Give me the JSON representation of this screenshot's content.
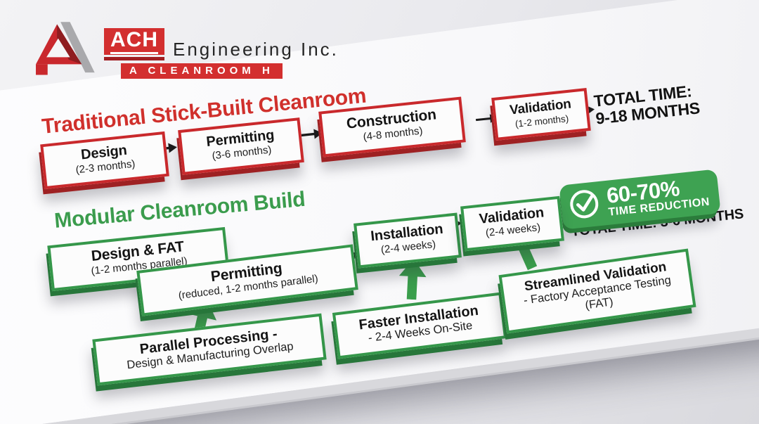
{
  "logo": {
    "ach": "ACH",
    "company": "Engineering Inc.",
    "tagline": "A CLEANROOM H"
  },
  "colors": {
    "red": "#c9292c",
    "red_dark": "#9e2123",
    "red_heading": "#d0302c",
    "green": "#35974a",
    "green_dark": "#27763a",
    "green_heading": "#3b9c4d",
    "badge_green": "#3ea252",
    "text": "#141414"
  },
  "icons": {
    "logo_mark": "triangle-a-logo",
    "flow_arrow": "arrow-right",
    "callout_arrow": "arrow-up",
    "badge_icon": "check-circle"
  },
  "traditional": {
    "title": "Traditional Stick-Built Cleanroom",
    "steps": [
      {
        "label": "Design",
        "duration": "(2-3 months)"
      },
      {
        "label": "Permitting",
        "duration": "(3-6 months)"
      },
      {
        "label": "Construction",
        "duration": "(4-8 months)"
      },
      {
        "label": "Validation",
        "duration": "(1-2 months)"
      }
    ],
    "total_label": "TOTAL TIME:",
    "total_value": "9-18 MONTHS"
  },
  "modular": {
    "title": "Modular Cleanroom Build",
    "badge": {
      "percent": "60-70%",
      "label": "TIME REDUCTION"
    },
    "total": "TOTAL TIME: 3-6 MONTHS",
    "steps": [
      {
        "label": "Design & FAT",
        "duration": "(1-2 months parallel)"
      },
      {
        "label": "Permitting",
        "duration": "(reduced, 1-2 months parallel)"
      },
      {
        "label": "Installation",
        "duration": "(2-4 weeks)"
      },
      {
        "label": "Validation",
        "duration": "(2-4 weeks)"
      }
    ],
    "callouts": [
      {
        "title": "Parallel Processing -",
        "line2": "Design & Manufacturing Overlap",
        "line3": ""
      },
      {
        "title": "Faster Installation",
        "line2": "- 2-4 Weeks On-Site",
        "line3": ""
      },
      {
        "title": "Streamlined Validation",
        "line2": "- Factory Acceptance Testing",
        "line3": "(FAT)"
      }
    ]
  }
}
